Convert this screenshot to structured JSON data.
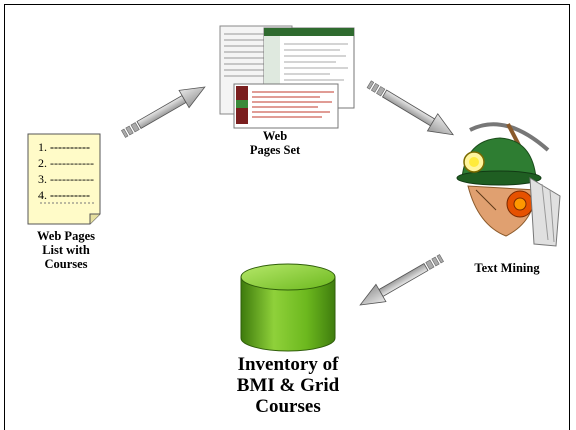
{
  "nodes": {
    "web_pages_list": {
      "label_lines": [
        "Web Pages",
        "List with",
        "Courses"
      ]
    },
    "web_pages_set": {
      "label_lines": [
        "Web",
        "Pages Set"
      ]
    },
    "text_mining": {
      "label": "Text Mining"
    },
    "inventory": {
      "label_lines": [
        "Inventory of",
        "BMI & Grid",
        "Courses"
      ]
    }
  },
  "document_list_items": [
    {
      "num": "1.",
      "dashes": "----------"
    },
    {
      "num": "2.",
      "dashes": "-----------"
    },
    {
      "num": "3.",
      "dashes": "-----------"
    },
    {
      "num": "4.",
      "dashes": "----------"
    }
  ],
  "colors": {
    "note_fill": "#FFFBC8",
    "cylinder_green": "#6CB81E",
    "arrow_gray": "#BDBDBD"
  },
  "icons": [
    "document-list-icon",
    "web-pages-icon",
    "miner-helmet-icon",
    "database-cylinder-icon"
  ]
}
